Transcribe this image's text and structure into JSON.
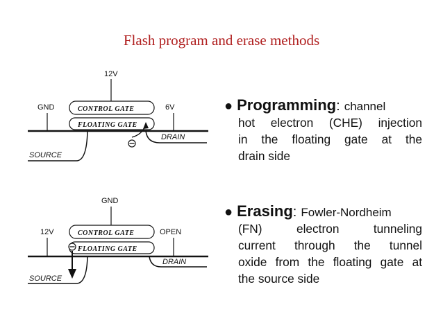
{
  "title": "Flash program and erase methods",
  "programming": {
    "keyword": "Programming",
    "colon": ":",
    "lines": [
      "channel",
      "hot electron (CHE) injection",
      "in the floating gate at the",
      "drain side"
    ]
  },
  "erasing": {
    "keyword": "Erasing",
    "colon": ":",
    "lines": [
      "Fowler-Nordheim",
      "(FN) electron tunneling",
      "current through the tunnel",
      "oxide from the floating gate at",
      "the source side"
    ]
  },
  "diagram_program": {
    "top_voltage": "12V",
    "left_voltage": "GND",
    "right_voltage": "6V",
    "control_gate": "CONTROL GATE",
    "floating_gate": "FLOATING GATE",
    "drain": "DRAIN",
    "source": "SOURCE"
  },
  "diagram_erase": {
    "top_voltage": "GND",
    "left_voltage": "12V",
    "right_voltage": "OPEN",
    "control_gate": "CONTROL GATE",
    "floating_gate": "FLOATING GATE",
    "drain": "DRAIN",
    "source": "SOURCE"
  }
}
